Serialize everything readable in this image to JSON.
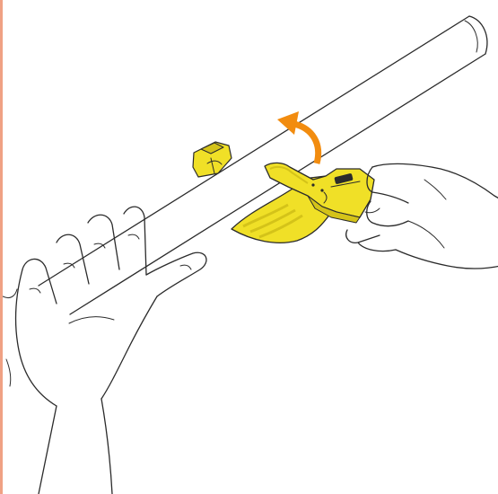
{
  "figure": {
    "left_border_color": "#f0a184",
    "tool_color": "#f0e027",
    "tool_shade_color": "#d4c319",
    "arrow_color": "#f28c0f",
    "line_color": "#2b2b2b",
    "icons": [
      "pipe",
      "mounting-clip",
      "yellow-clip-tool",
      "rotate-arrow",
      "left-hand",
      "right-hand"
    ]
  }
}
